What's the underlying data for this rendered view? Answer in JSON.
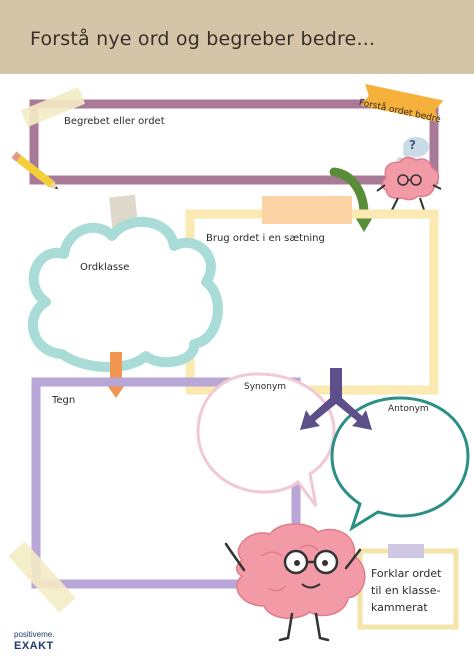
{
  "header": {
    "title": "Forstå nye ord og begreber bedre..."
  },
  "tag": "Forstå ordet bedre",
  "boxes": {
    "concept": "Begrebet eller ordet",
    "word_class": "Ordklasse",
    "sentence": "Brug ordet i en sætning",
    "signs": "Tegn",
    "synonym": "Synonym",
    "antonym": "Antonym",
    "explain_line1": "Forklar ordet",
    "explain_line2": "til en klasse-",
    "explain_line3": "kammerat"
  },
  "thinking_bubble": "?",
  "logo": {
    "line1": "positiveme.",
    "line2": "EXAKT"
  },
  "colors": {
    "header_bg": "#d4c5a9",
    "concept_frame": "#a87a98",
    "cloud": "#a9dcd6",
    "sentence_frame": "#faeab1",
    "signs_frame": "#b7a6d6",
    "synonym_bubble": "#f2c9d3",
    "antonym_bubble": "#2c8f86",
    "explain_frame": "#f5e4a8",
    "brain": "#f29aa6"
  }
}
